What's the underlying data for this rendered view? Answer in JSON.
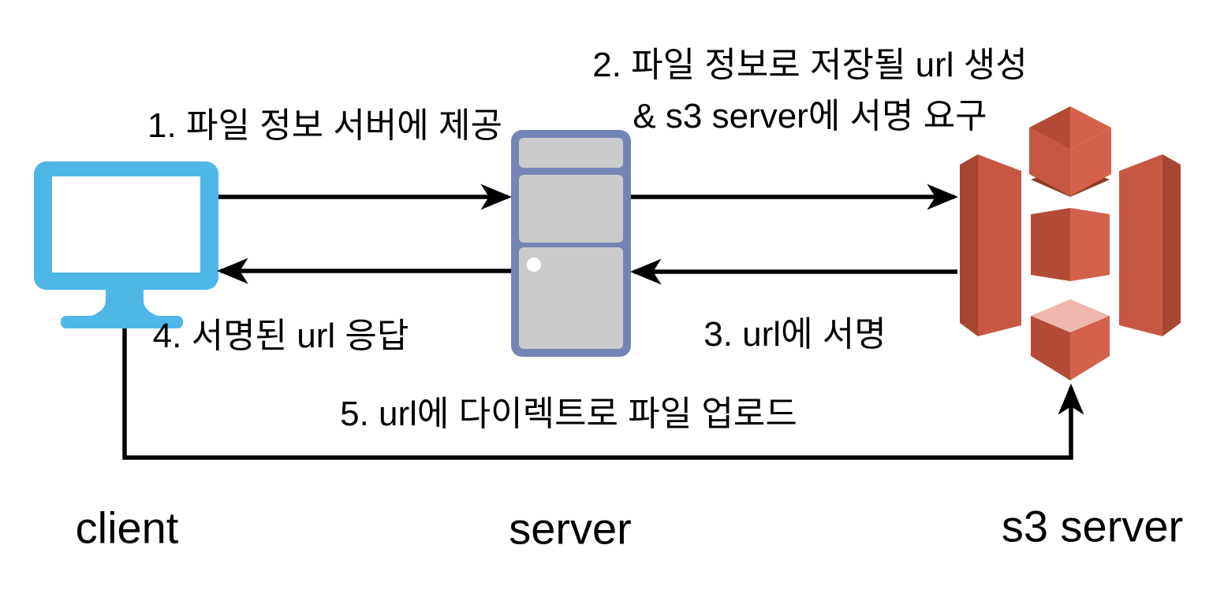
{
  "diagram": {
    "type": "flow",
    "description": "S3 presigned url upload flow",
    "nodes": {
      "client": {
        "label": "client"
      },
      "server": {
        "label": "server"
      },
      "s3": {
        "label": "s3 server"
      }
    },
    "steps": {
      "step1": {
        "label": "1. 파일 정보 서버에 제공",
        "from": "client",
        "to": "server"
      },
      "step2": {
        "line1": "2. 파일 정보로 저장될 url 생성",
        "line2": "& s3 server에 서명 요구",
        "from": "server",
        "to": "s3"
      },
      "step3": {
        "label": "3. url에 서명",
        "from": "s3",
        "to": "server"
      },
      "step4": {
        "label": "4. 서명된 url 응답",
        "from": "server",
        "to": "client"
      },
      "step5": {
        "label": "5. url에 다이렉트로 파일 업로드",
        "from": "client",
        "to": "s3"
      }
    },
    "colors": {
      "arrow_black": "#000000",
      "client_blue": "#4FB6E8",
      "screen_white": "#FFFFFF",
      "server_border_blue": "#7484B4",
      "server_gray": "#CBCBCB",
      "server_dot_white": "#FFFFFF",
      "s3_front": "#D4614B",
      "s3_mid": "#C65843",
      "s3_dark": "#B34B37",
      "s3_side": "#A64531",
      "s3_shadow": "#8C3925",
      "s3_light": "#F0B7AD"
    }
  }
}
